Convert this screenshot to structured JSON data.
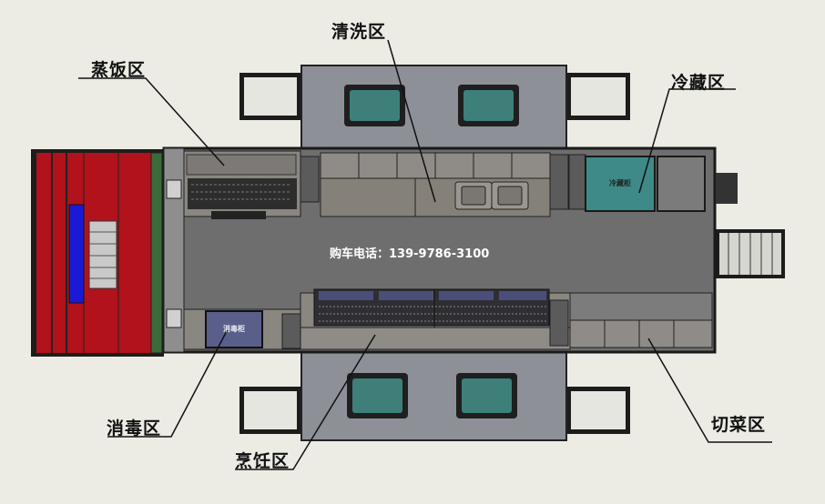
{
  "labels": {
    "cleaning": "清洗区",
    "steaming": "蒸饭区",
    "cold_storage": "冷藏区",
    "disinfection": "消毒区",
    "cooking": "烹饪区",
    "cutting": "切菜区"
  },
  "phone_text": "购车电话：139-9786-3100",
  "unit_labels": {
    "cold_cabinet": "冷藏柜",
    "disinfect_cabinet": "消毒柜"
  },
  "colors": {
    "background": "#ecebe4",
    "cab_red": "#b1121b",
    "cab_blue": "#1a1ad6",
    "floor": "#6e6e6e",
    "counter": "#8a8680",
    "wing": "#8d9097",
    "sink_teal": "#3f7f7a",
    "fridge_teal": "#3e8a88",
    "disinfect_blue": "#5a5f8a"
  }
}
